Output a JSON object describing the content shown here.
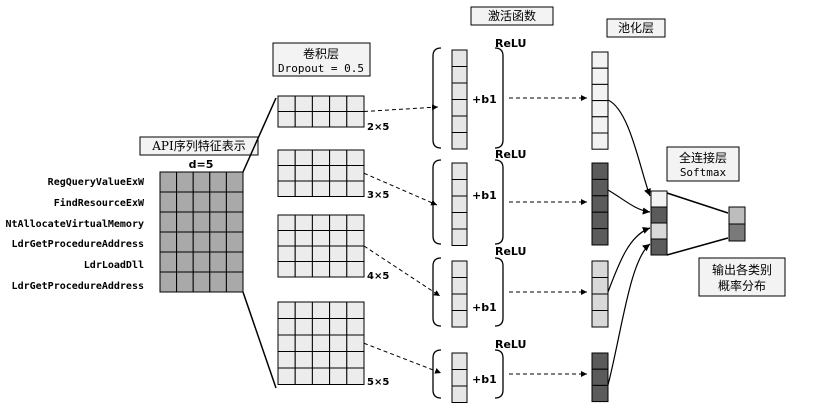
{
  "labels": {
    "api_features": "API序列特征表示",
    "dimension": "d=5",
    "conv_layer": "卷积层",
    "dropout": "Dropout = 0.5",
    "activation": "激活函数",
    "pooling": "池化层",
    "fully_connected": "全连接层",
    "softmax": "Softmax",
    "output_line1": "输出各类别",
    "output_line2": "概率分布"
  },
  "api_calls": [
    "RegQueryValueExW",
    "FindResourceExW",
    "NtAllocateVirtualMemory",
    "LdrGetProcedureAddress",
    "LdrLoadDll",
    "LdrGetProcedureAddress"
  ],
  "filters": [
    {
      "size": "2×5",
      "relu": "ReLU",
      "bias": "+b1"
    },
    {
      "size": "3×5",
      "relu": "ReLU",
      "bias": "+b1"
    },
    {
      "size": "4×5",
      "relu": "ReLU",
      "bias": "+b1"
    },
    {
      "size": "5×5",
      "relu": "ReLU",
      "bias": "+b1"
    }
  ],
  "colors": {
    "matrix_fill": "#a9a9a9",
    "filter_fill": "#ececec",
    "vector_fill": "#e6e6e6",
    "pool_light": "#f3f3f3",
    "pool_dark": "#5b5b5b",
    "pool_mid": "#d9d9d9",
    "output_top": "#bdbdbd",
    "output_bottom": "#7a7a7a"
  }
}
